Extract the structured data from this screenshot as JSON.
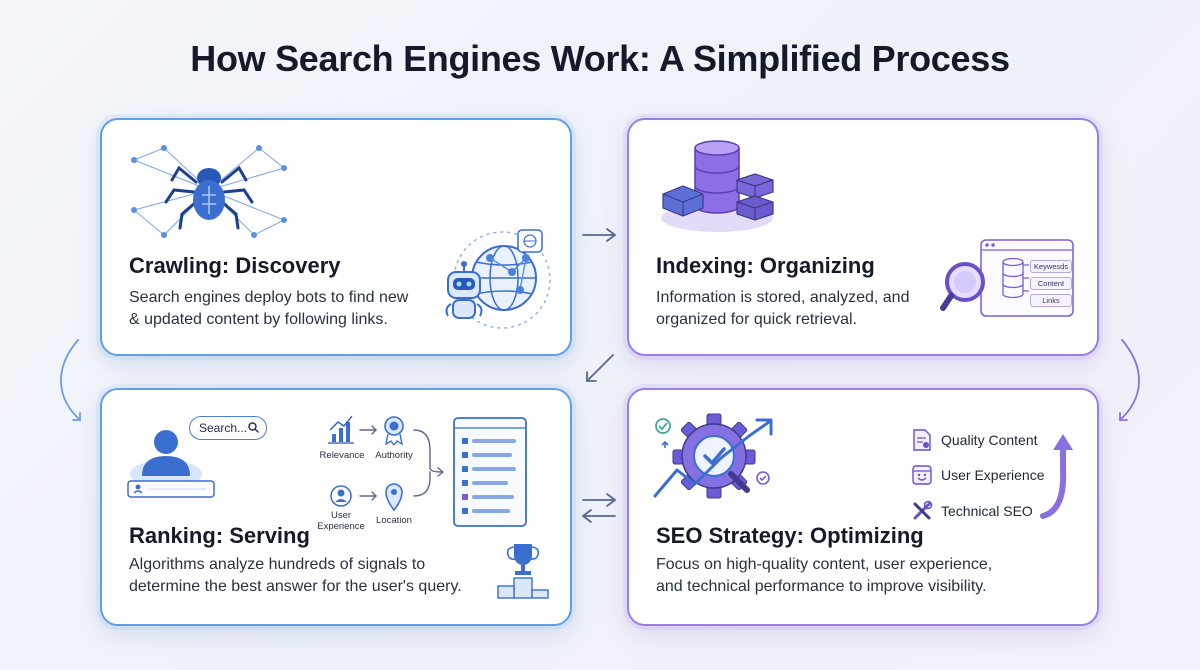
{
  "title": "How Search Engines Work: A Simplified Process",
  "colors": {
    "blue_accent": "#5f9fe8",
    "purple_accent": "#9b7ee6",
    "icon_blue": "#3a6fd0",
    "icon_purple": "#7b5cd6"
  },
  "cards": {
    "crawling": {
      "title": "Crawling: Discovery",
      "description": "Search engines deploy bots to find new\n& updated content by following links.",
      "icons": [
        "spider-icon",
        "robot-icon",
        "globe-icon"
      ]
    },
    "indexing": {
      "title": "Indexing: Organizing",
      "description": "Information is stored, analyzed, and\norganized for quick retrieval.",
      "icons": [
        "database-icon",
        "magnifier-icon",
        "index-window-icon"
      ],
      "tags": [
        "Keywesds",
        "Content",
        "Links"
      ]
    },
    "ranking": {
      "title": "Ranking: Serving",
      "description": "Algorithms analyze hundreds of signals to\ndetermine the best answer for the user's query.",
      "search_placeholder": "Search...",
      "signals": [
        "Relevance",
        "Authority",
        "User\nExperience",
        "Location"
      ],
      "icons": [
        "user-icon",
        "results-list-icon",
        "trophy-icon"
      ]
    },
    "seo": {
      "title": "SEO Strategy: Optimizing",
      "description": "Focus on high-quality content, user experience,\nand technical performance to improve visibility.",
      "items": [
        "Quality Content",
        "User Experience",
        "Technical SEO"
      ],
      "icons": [
        "gear-check-icon",
        "growth-arrow-icon"
      ]
    }
  }
}
